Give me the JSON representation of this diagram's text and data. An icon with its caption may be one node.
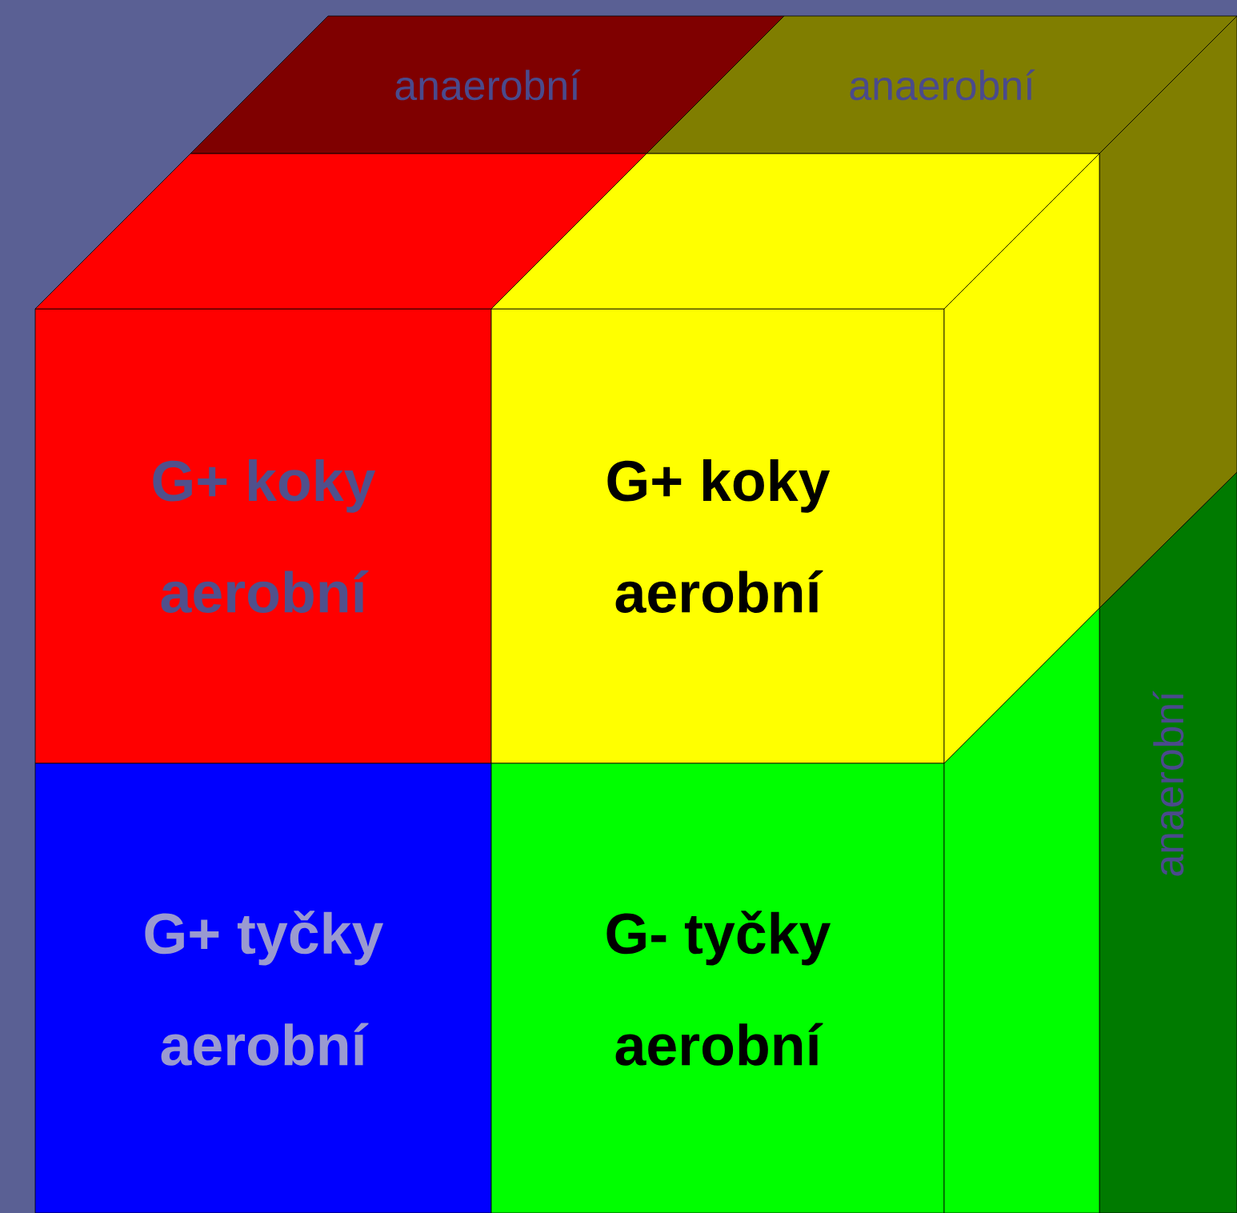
{
  "diagram": {
    "nodes": [
      {
        "text": [
          "anaerobní"
        ]
      },
      {
        "text": [
          "anaerobní"
        ]
      },
      {
        "text": [
          "G+ koky",
          "aerobní"
        ]
      },
      {
        "text": [
          "G+ koky",
          "aerobní"
        ]
      },
      {
        "text": [
          "anaerobní"
        ]
      },
      {
        "text": [
          "G+ tyčky",
          "aerobní"
        ]
      },
      {
        "text": [
          "G- tyčky",
          "aerobní"
        ]
      },
      {
        "text": [],
        "shape": "box"
      },
      {
        "text": [],
        "shape": "box"
      },
      {
        "text": [],
        "shape": "box"
      },
      {
        "text": [],
        "shape": "box"
      },
      {
        "text": [],
        "shape": "box"
      }
    ]
  }
}
